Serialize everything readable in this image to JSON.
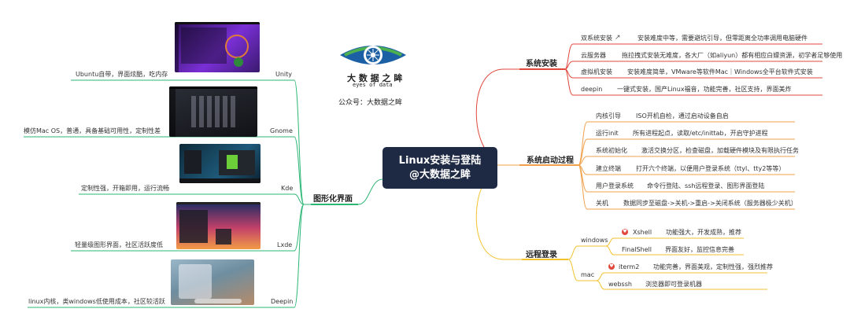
{
  "brand": {
    "logo_name": "大 数 据 之 眸",
    "logo_sub": "eyes of data",
    "wechat": "公众号：大数据之眸",
    "colors": {
      "blue": "#1b5fa5",
      "green": "#4caf50",
      "navy": "#1e2a44"
    }
  },
  "center": {
    "line1": "Linux安装与登陆",
    "line2": "@大数据之眸"
  },
  "install": {
    "title": "系统安装",
    "color": "#e0483e",
    "items": [
      {
        "name": "双系统安装",
        "desc": "安装难度中等，需要避坑引导，但零距离全功率调用电脑硬件",
        "icon": "external-link-icon"
      },
      {
        "name": "云服务器",
        "desc": "拖拉拽式安装无难度，各大厂（如aliyun）都有相应白嫖资源，初学者足够使用"
      },
      {
        "name": "虚拟机安装",
        "desc": "安装难度简单，VMware等软件Mac｜Windows全平台软件式安装"
      },
      {
        "name": "deepin",
        "desc": "一键式安装，国产Linux福音，功能完善，社区支持，界面美炸"
      }
    ]
  },
  "boot": {
    "title": "系统启动过程",
    "color": "#f0a04b",
    "items": [
      {
        "name": "内核引导",
        "desc": "ISO开机自检，通过启动设备自启"
      },
      {
        "name": "运行init",
        "desc": "所有进程起点，读取/etc/inittab，开启守护进程"
      },
      {
        "name": "系统初始化",
        "desc": "激活交换分区，检查磁盘，加载硬件模块及有限执行任务"
      },
      {
        "name": "建立终端",
        "desc": "打开六个终端，以便用户登录系统（ttyl、tty2等等）"
      },
      {
        "name": "用户登录系统",
        "desc": "命令行登陆、ssh远程登录、图形界面登陆"
      },
      {
        "name": "关机",
        "desc": "数据同步至磁盘->关机->重启->关闭系统（服务器极少关机）"
      }
    ]
  },
  "remote": {
    "title": "远程登录",
    "color": "#f2c230",
    "groups": [
      {
        "name": "windows",
        "items": [
          {
            "name": "Xshell",
            "desc": "功能强大，开发成熟，推荐",
            "icon": "heart-icon"
          },
          {
            "name": "FinalShell",
            "desc": "界面友好，监控信息完善"
          }
        ]
      },
      {
        "name": "mac",
        "items": [
          {
            "name": "iterm2",
            "desc": "功能完善，界面美观，定制性强，强烈推荐",
            "icon": "heart-icon"
          },
          {
            "name": "webssh",
            "desc": "浏览器即可登录机器"
          }
        ]
      }
    ]
  },
  "gui": {
    "title": "图形化界面",
    "color": "#2bb673",
    "items": [
      {
        "name": "Unity",
        "desc": "Ubuntu自带，界面炫酷，吃内存"
      },
      {
        "name": "Gnome",
        "desc": "模仿Mac OS，普通，具备基础可用性，定制性差"
      },
      {
        "name": "Kde",
        "desc": "定制性强，开箱即用，运行流畅"
      },
      {
        "name": "Lxde",
        "desc": "轻量级图形界面，社区活跃度低"
      },
      {
        "name": "Deepin",
        "desc": "linux内核，类windows低使用成本，社区较活跃"
      }
    ]
  }
}
